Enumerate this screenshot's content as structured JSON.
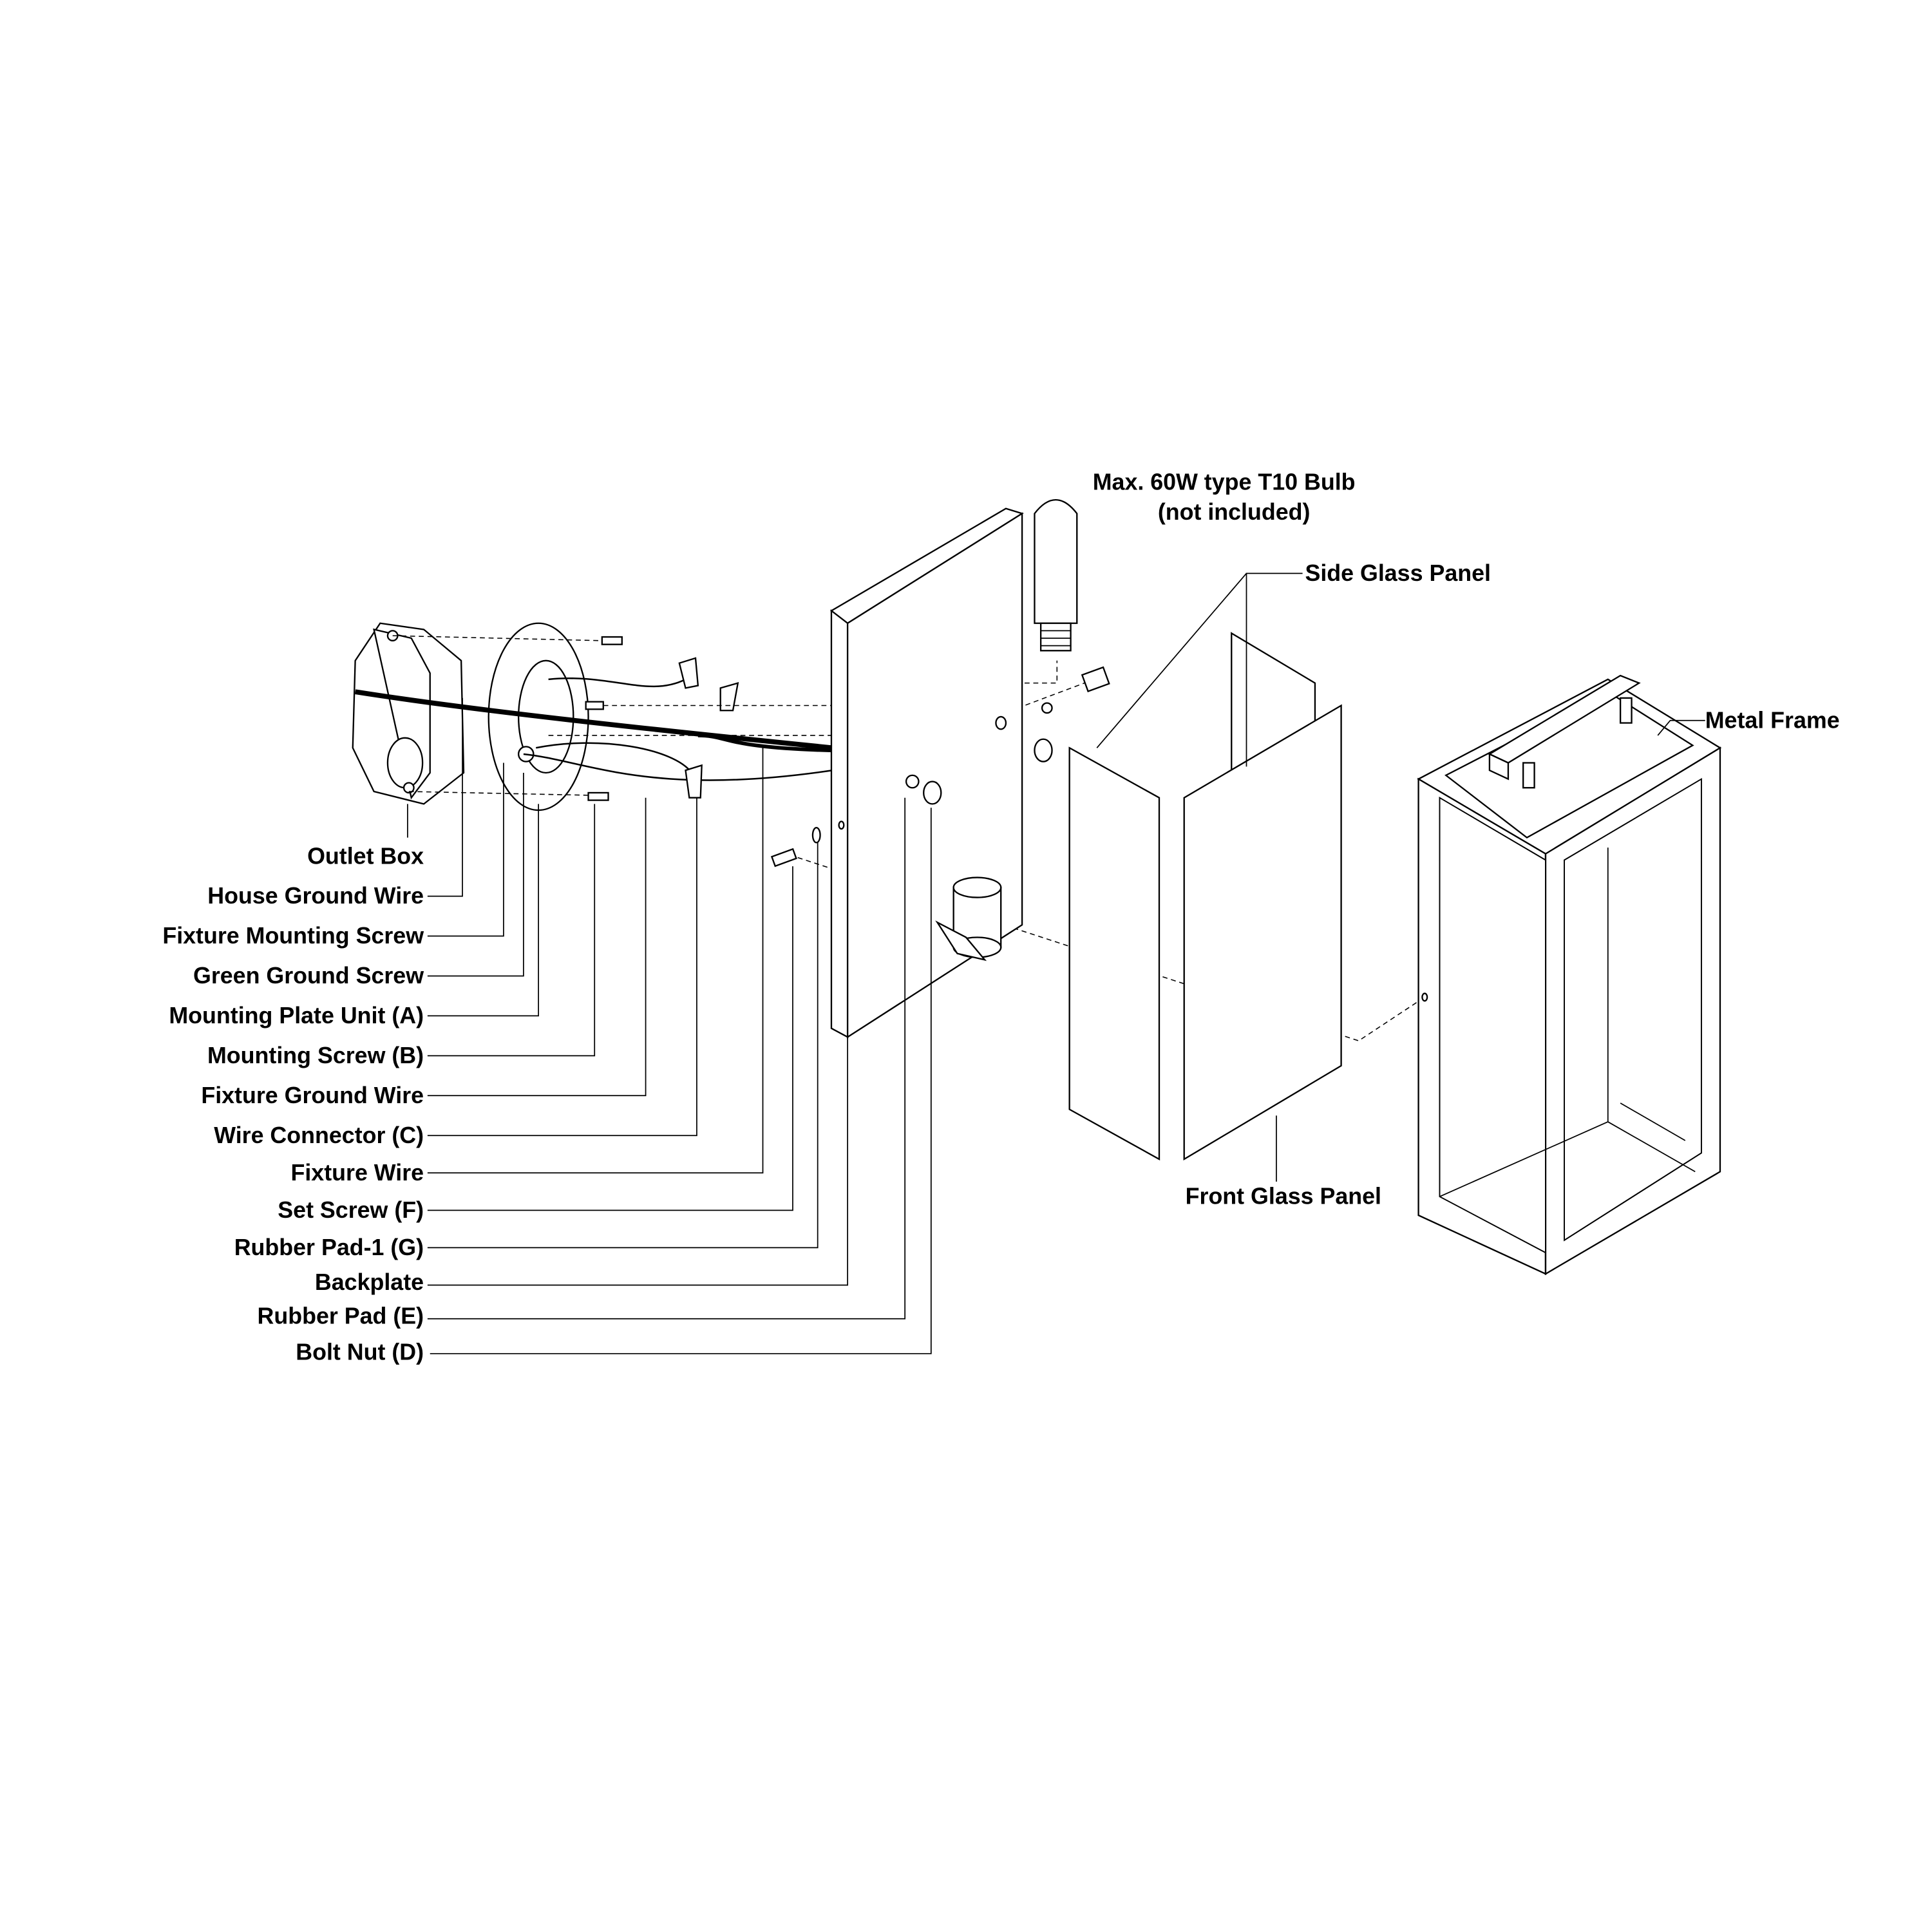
{
  "callouts_left": [
    "Outlet Box",
    "House Ground Wire",
    "Fixture Mounting Screw",
    "Green Ground Screw",
    "Mounting Plate Unit (A)",
    "Mounting Screw (B)",
    "Fixture Ground Wire",
    "Wire Connector (C)",
    "Fixture Wire",
    "Set Screw (F)",
    "Rubber Pad-1 (G)",
    "Backplate",
    "Rubber Pad (E)",
    "Bolt Nut (D)"
  ],
  "bulb": {
    "line1": "Max. 60W type T10 Bulb",
    "line2": "(not included)"
  },
  "side_glass": "Side Glass Panel",
  "front_glass": "Front Glass Panel",
  "metal_frame": "Metal Frame"
}
